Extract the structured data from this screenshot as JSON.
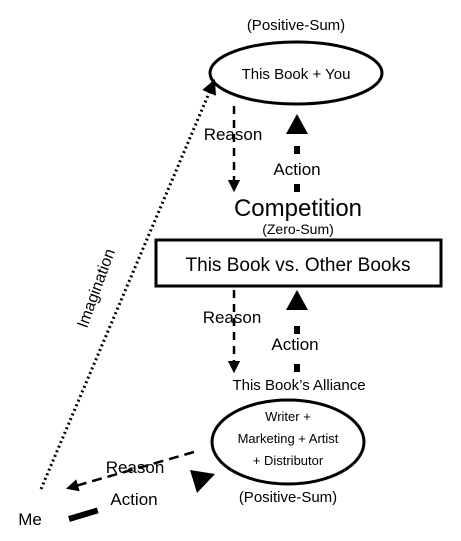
{
  "top": {
    "tag": "(Positive-Sum)",
    "node": "This Book + You"
  },
  "middle": {
    "title": "Competition",
    "tag": "(Zero-Sum)",
    "node": "This Book vs. Other Books"
  },
  "bottom": {
    "heading": "This Book’s Alliance",
    "node_lines": [
      "Writer +",
      "Marketing + Artist",
      "+ Distributor"
    ],
    "tag": "(Positive-Sum)"
  },
  "me": {
    "label": "Me"
  },
  "arrows": {
    "upper_reason": "Reason",
    "upper_action": "Action",
    "lower_reason": "Reason",
    "lower_action": "Action",
    "me_reason": "Reason",
    "me_action": "Action",
    "imagination": "Imagination"
  }
}
